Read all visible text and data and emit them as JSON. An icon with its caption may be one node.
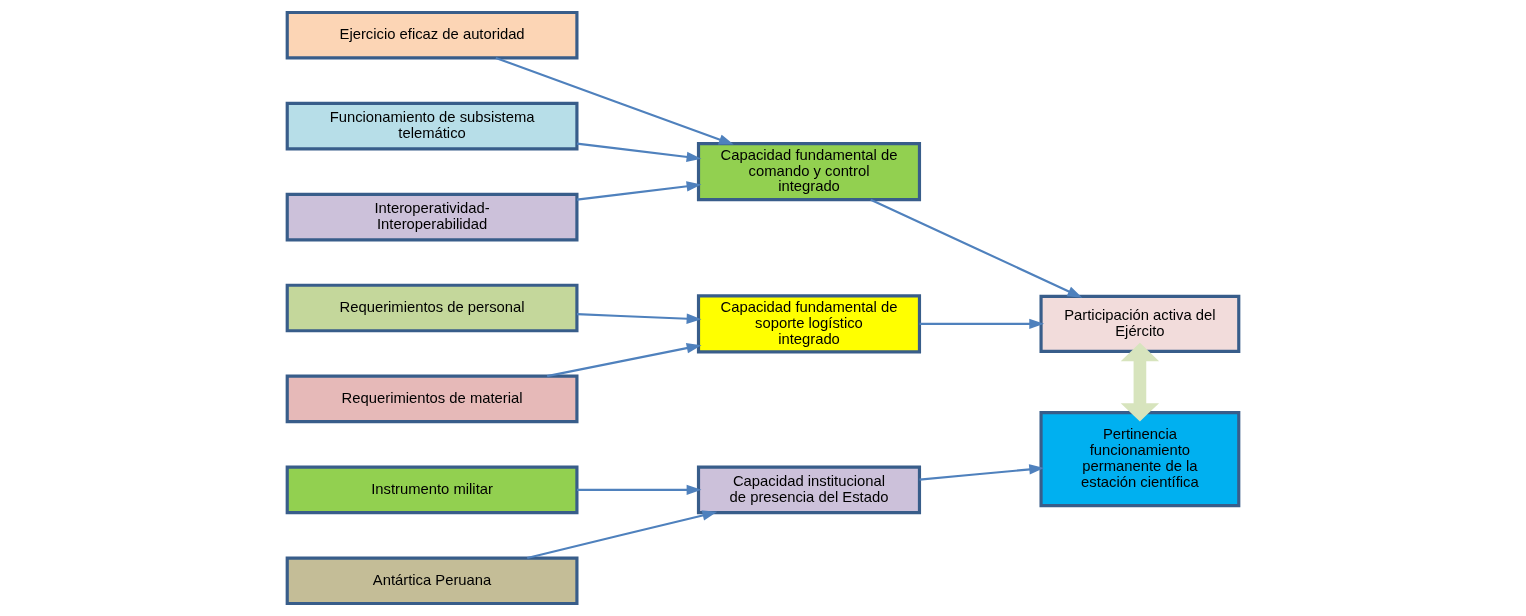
{
  "diagram": {
    "nodes": [
      {
        "text": [
          "Ejercicio eficaz de autoridad"
        ]
      },
      {
        "text": [
          "Funcionamiento de subsistema telemático"
        ]
      },
      {
        "text": [
          "Interoperatividad- Interoperabilidad"
        ]
      },
      {
        "text": [
          "Requerimientos de personal"
        ]
      },
      {
        "text": [
          "Requerimientos de material"
        ]
      },
      {
        "text": [
          "Instrumento militar"
        ]
      },
      {
        "text": [
          "Antártica Peruana"
        ]
      },
      {
        "text": [
          "Capacidad fundamental de comando y control integrado"
        ]
      },
      {
        "text": [
          "Capacidad fundamental de soporte logístico integrado"
        ]
      },
      {
        "text": [
          "Capacidad institucional de presencia del Estado"
        ]
      },
      {
        "text": [
          "Participación activa del Ejército"
        ]
      },
      {
        "text": [
          "Pertinencia funcionamiento permanente de la estación científica"
        ]
      }
    ],
    "edges": [
      {
        "from": 0,
        "to": 7,
        "arrow": "to"
      },
      {
        "from": 1,
        "to": 7,
        "arrow": "to"
      },
      {
        "from": 2,
        "to": 7,
        "arrow": "to"
      },
      {
        "from": 3,
        "to": 8,
        "arrow": "to"
      },
      {
        "from": 4,
        "to": 8,
        "arrow": "to"
      },
      {
        "from": 5,
        "to": 9,
        "arrow": "to"
      },
      {
        "from": 6,
        "to": 9,
        "arrow": "to"
      },
      {
        "from": 7,
        "to": 10,
        "arrow": "to"
      },
      {
        "from": 8,
        "to": 10,
        "arrow": "to"
      },
      {
        "from": 9,
        "to": 11,
        "arrow": "to"
      },
      {
        "from": 10,
        "to": 11,
        "arrow": "both",
        "style": "thick",
        "color": "#d7e4bd"
      }
    ]
  }
}
